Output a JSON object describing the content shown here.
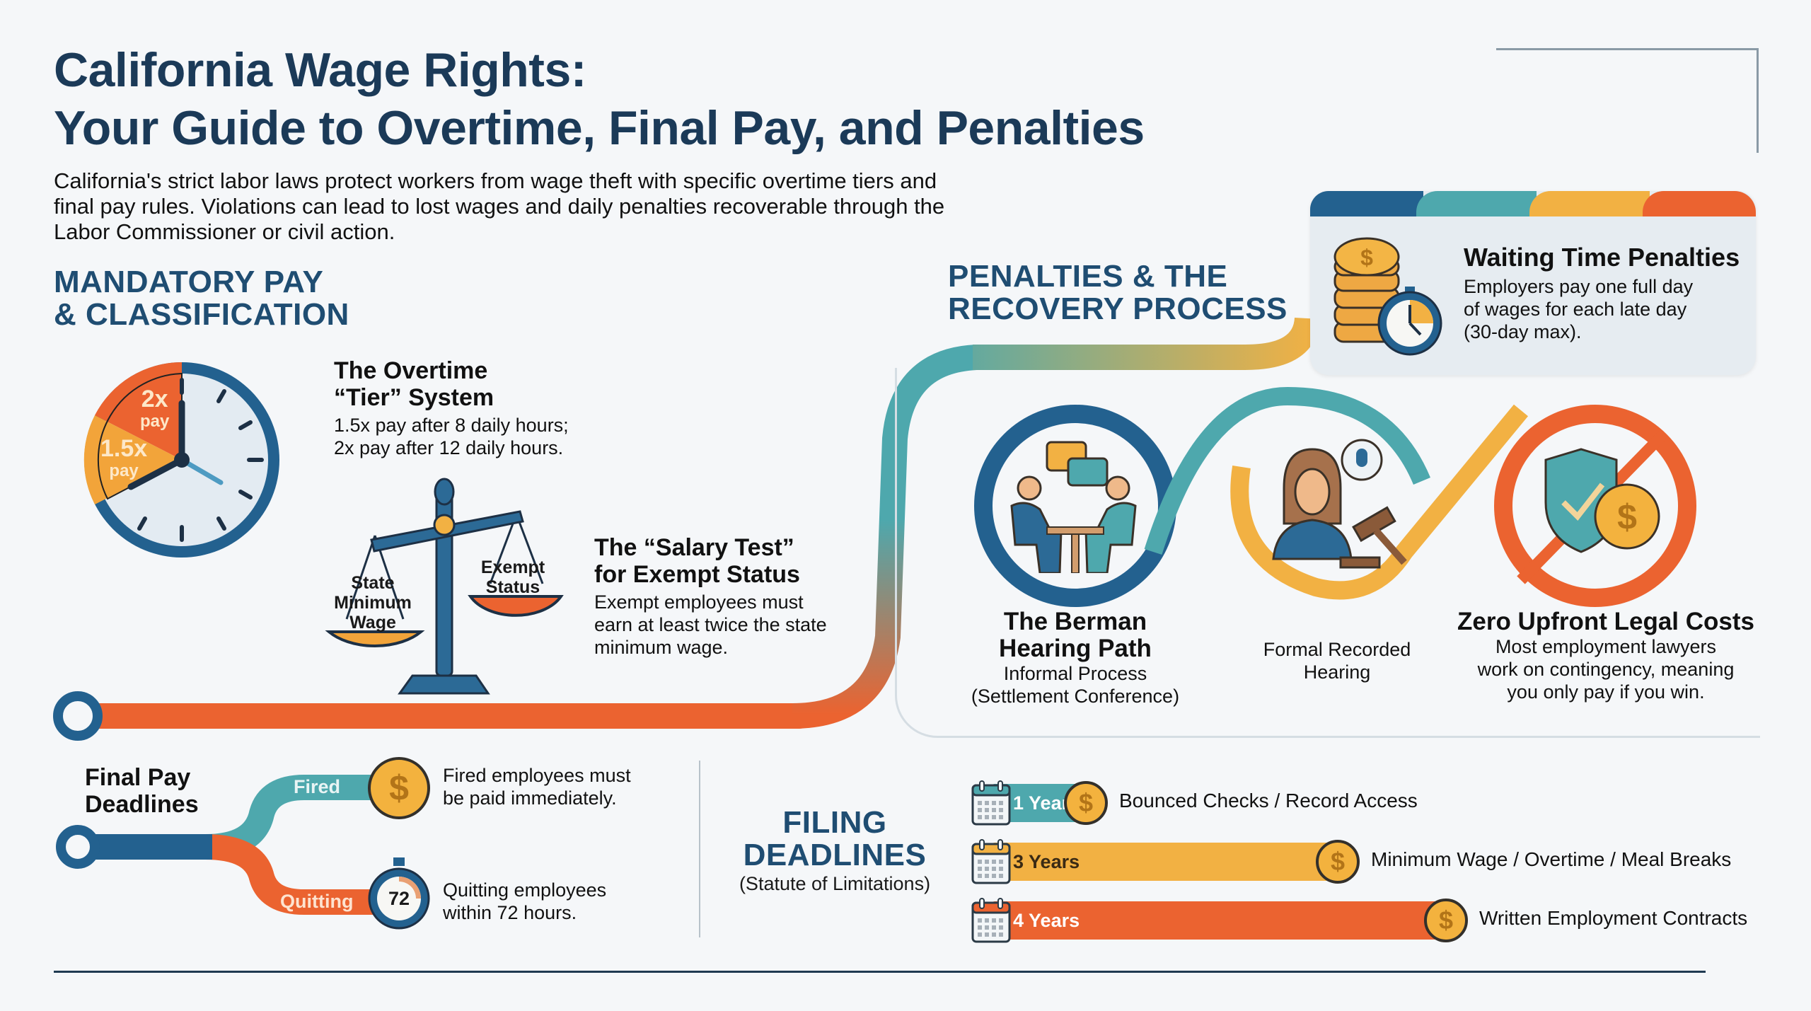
{
  "header": {
    "title_line1": "California Wage Rights:",
    "title_line2": "Your Guide to Overtime, Final Pay, and Penalties",
    "intro": "California's strict labor laws protect workers from wage theft with specific overtime tiers and final pay rules. Violations can lead to lost wages and daily penalties recoverable through the Labor Commissioner or civil action."
  },
  "colors": {
    "navy": "#1f4d72",
    "teal": "#4ea8ad",
    "amber": "#f2b143",
    "orange": "#eb6330"
  },
  "mandatory": {
    "heading_line1": "MANDATORY PAY",
    "heading_line2": "& CLASSIFICATION",
    "clock": {
      "tier_2x": "2x",
      "tier_2x_sub": "pay",
      "tier_15x": "1.5x",
      "tier_15x_sub": "pay",
      "icon": "clock-icon"
    },
    "overtime": {
      "title_line1": "The Overtime",
      "title_line2": "“Tier” System",
      "line1": "1.5x pay after 8 daily hours;",
      "line2": "2x pay after 12 daily hours."
    },
    "scale": {
      "left_line1": "State",
      "left_line2": "Minimum",
      "left_line3": "Wage",
      "right_line1": "Exempt",
      "right_line2": "Status",
      "icon": "scale-icon"
    },
    "salary": {
      "title_line1": "The “Salary Test”",
      "title_line2": "for Exempt Status",
      "line1": "Exempt employees must",
      "line2": "earn at least twice the state",
      "line3": "minimum wage."
    }
  },
  "penalties": {
    "heading_line1": "PENALTIES & THE",
    "heading_line2": "RECOVERY PROCESS",
    "waiting": {
      "title": "Waiting Time Penalties",
      "line1": "Employers pay one full day",
      "line2": "of wages for each late day",
      "line3": "(30-day max).",
      "icon": "coins-stopwatch-icon"
    },
    "steps": [
      {
        "title_line1": "The Berman",
        "title_line2": "Hearing Path",
        "line1": "Informal Process",
        "line2": "(Settlement Conference)",
        "icon": "meeting-icon"
      },
      {
        "line1": "Formal Recorded",
        "line2": "Hearing",
        "icon": "judge-gavel-icon"
      },
      {
        "title": "Zero Upfront Legal Costs",
        "line1": "Most employment lawyers",
        "line2": "work on contingency, meaning",
        "line3": "you only pay if you win.",
        "icon": "no-cost-shield-icon"
      }
    ]
  },
  "final_pay": {
    "title_line1": "Final Pay",
    "title_line2": "Deadlines",
    "fired_label": "Fired",
    "fired_line1": "Fired employees must",
    "fired_line2": "be paid immediately.",
    "quitting_label": "Quitting",
    "quitting_line1": "Quitting employees",
    "quitting_line2": "within 72 hours.",
    "stopwatch_value": "72"
  },
  "filing": {
    "heading_line1": "FILING",
    "heading_line2": "DEADLINES",
    "subheading": "(Statute of Limitations)",
    "rows": [
      {
        "period": "1 Year",
        "years": 1,
        "label": "Bounced Checks / Record Access",
        "color": "#4ea8ad"
      },
      {
        "period": "3 Years",
        "years": 3,
        "label": "Minimum Wage / Overtime / Meal Breaks",
        "color": "#f2b143"
      },
      {
        "period": "4 Years",
        "years": 4,
        "label": "Written Employment Contracts",
        "color": "#eb6330"
      }
    ]
  }
}
